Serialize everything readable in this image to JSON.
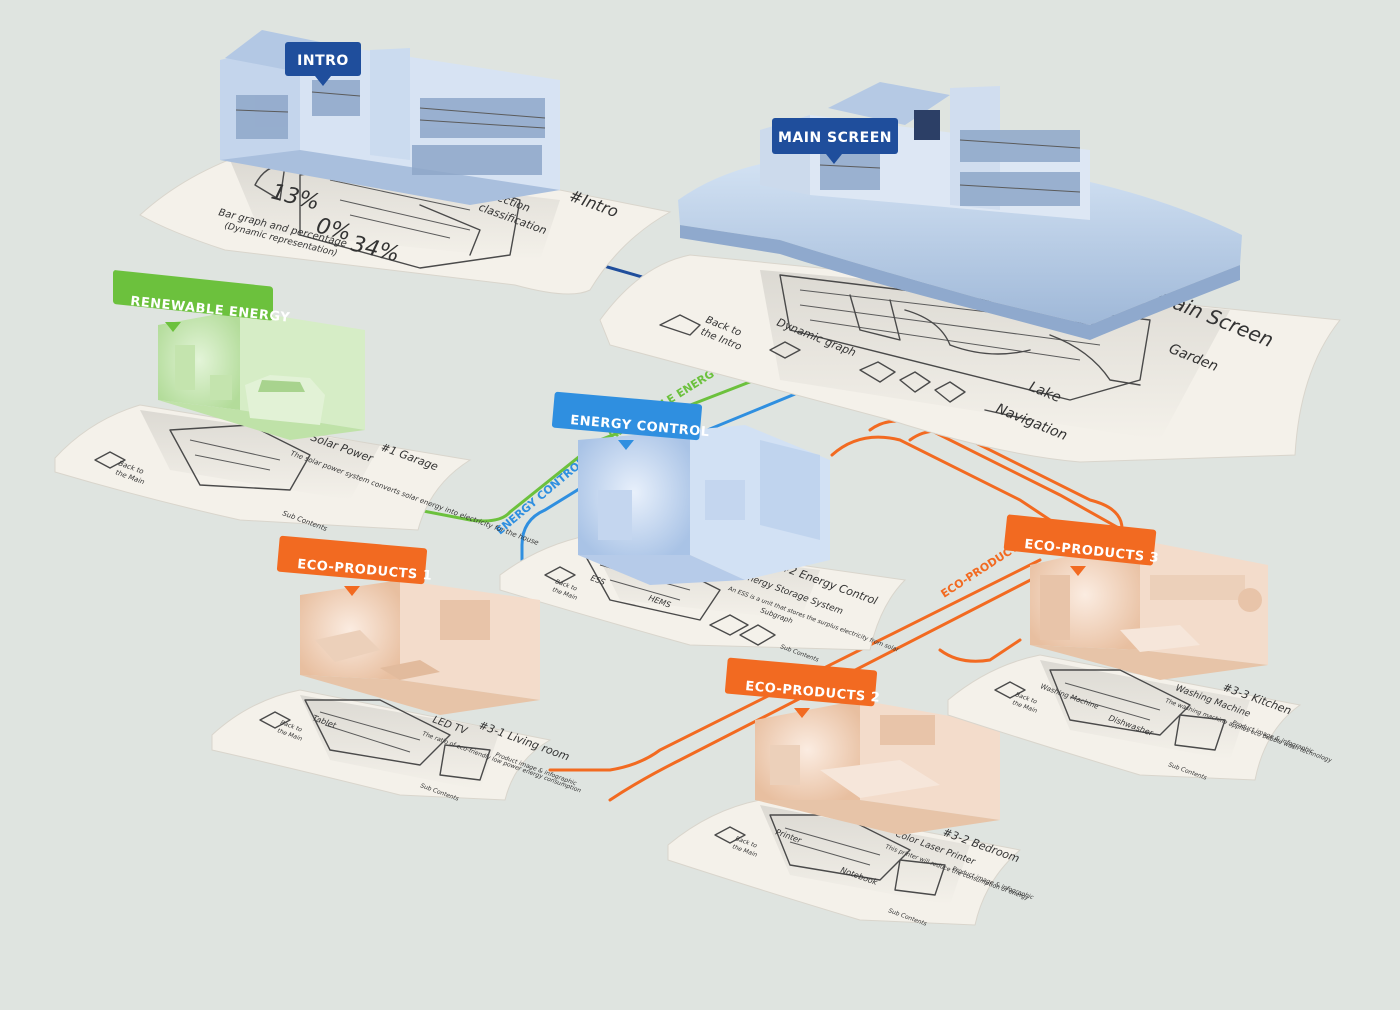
{
  "colors": {
    "background": "#dfe4e0",
    "paper": "#f4f1ea",
    "intro": "#1f4e9c",
    "main": "#1f4e9c",
    "renewable": "#6cc13d",
    "energy": "#2f8fe0",
    "eco": "#f26a21",
    "model_blue": "#b8cce6",
    "model_green": "#c9e6b8",
    "model_peach": "#f1d3bd"
  },
  "tags": {
    "intro": "INTRO",
    "main": "MAIN SCREEN",
    "renewable": "RENEWABLE ENERGY",
    "energy": "ENERGY CONTROL",
    "eco1": "ECO-PRODUCTS 1",
    "eco2": "ECO-PRODUCTS 2",
    "eco3": "ECO-PRODUCTS 3"
  },
  "connectors": {
    "renewable": "RENEWABLE ENERGY",
    "energy": "ENERGY CONTROL",
    "eco": "ECO-PRODUCTS"
  },
  "sheets": {
    "intro": {
      "heading": "#Intro",
      "note_section": "Section",
      "note_class": "classification",
      "note_bar": "Bar graph and percentage",
      "note_dynamic": "(Dynamic representation)",
      "pct1": "13%",
      "pct2": "0%",
      "pct3": "34%"
    },
    "main": {
      "heading": "#Main Screen",
      "garden": "Garden",
      "lake": "Lake",
      "navigation": "Navigation",
      "dynamic": "Dynamic graph",
      "back1": "Back to",
      "back2": "the Intro"
    },
    "garage": {
      "heading": "#1 Garage",
      "title": "Solar Power",
      "desc": "The solar power system converts solar energy into electricity for the house",
      "back1": "Back to",
      "back2": "the Main",
      "sub": "Sub Contents"
    },
    "energy": {
      "heading": "#2 Energy Control",
      "title": "Energy Storage System",
      "desc": "An ESS is a unit that stores the surplus electricity from solar",
      "ess": "ESS",
      "hems": "HEMS",
      "subgraph": "Subgraph",
      "back1": "Back to",
      "back2": "the Main",
      "sub": "Sub Contents"
    },
    "living": {
      "heading": "#3-1 Living room",
      "title": "LED TV",
      "desc": "The ratio of eco-friendly low power energy consumption",
      "tablet": "Tablet",
      "product": "Product image & infographic",
      "back1": "Back to",
      "back2": "the Main",
      "sub": "Sub Contents"
    },
    "bedroom": {
      "heading": "#3-2 Bedroom",
      "title": "Color Laser Printer",
      "desc": "This printer will reduce the consumption of energy",
      "printer": "Printer",
      "notebook": "Notebook",
      "product": "Product image & infographic",
      "back1": "Back to",
      "back2": "the Main",
      "sub": "Sub Contents"
    },
    "kitchen": {
      "heading": "#3-3 Kitchen",
      "title": "Washing Machine",
      "desc": "The washing machine applies eco bubble wash technology",
      "washing": "Washing Machine",
      "dishwasher": "Dishwasher",
      "product": "Product image & infographic",
      "back1": "Back to",
      "back2": "the Main",
      "sub": "Sub Contents"
    }
  }
}
